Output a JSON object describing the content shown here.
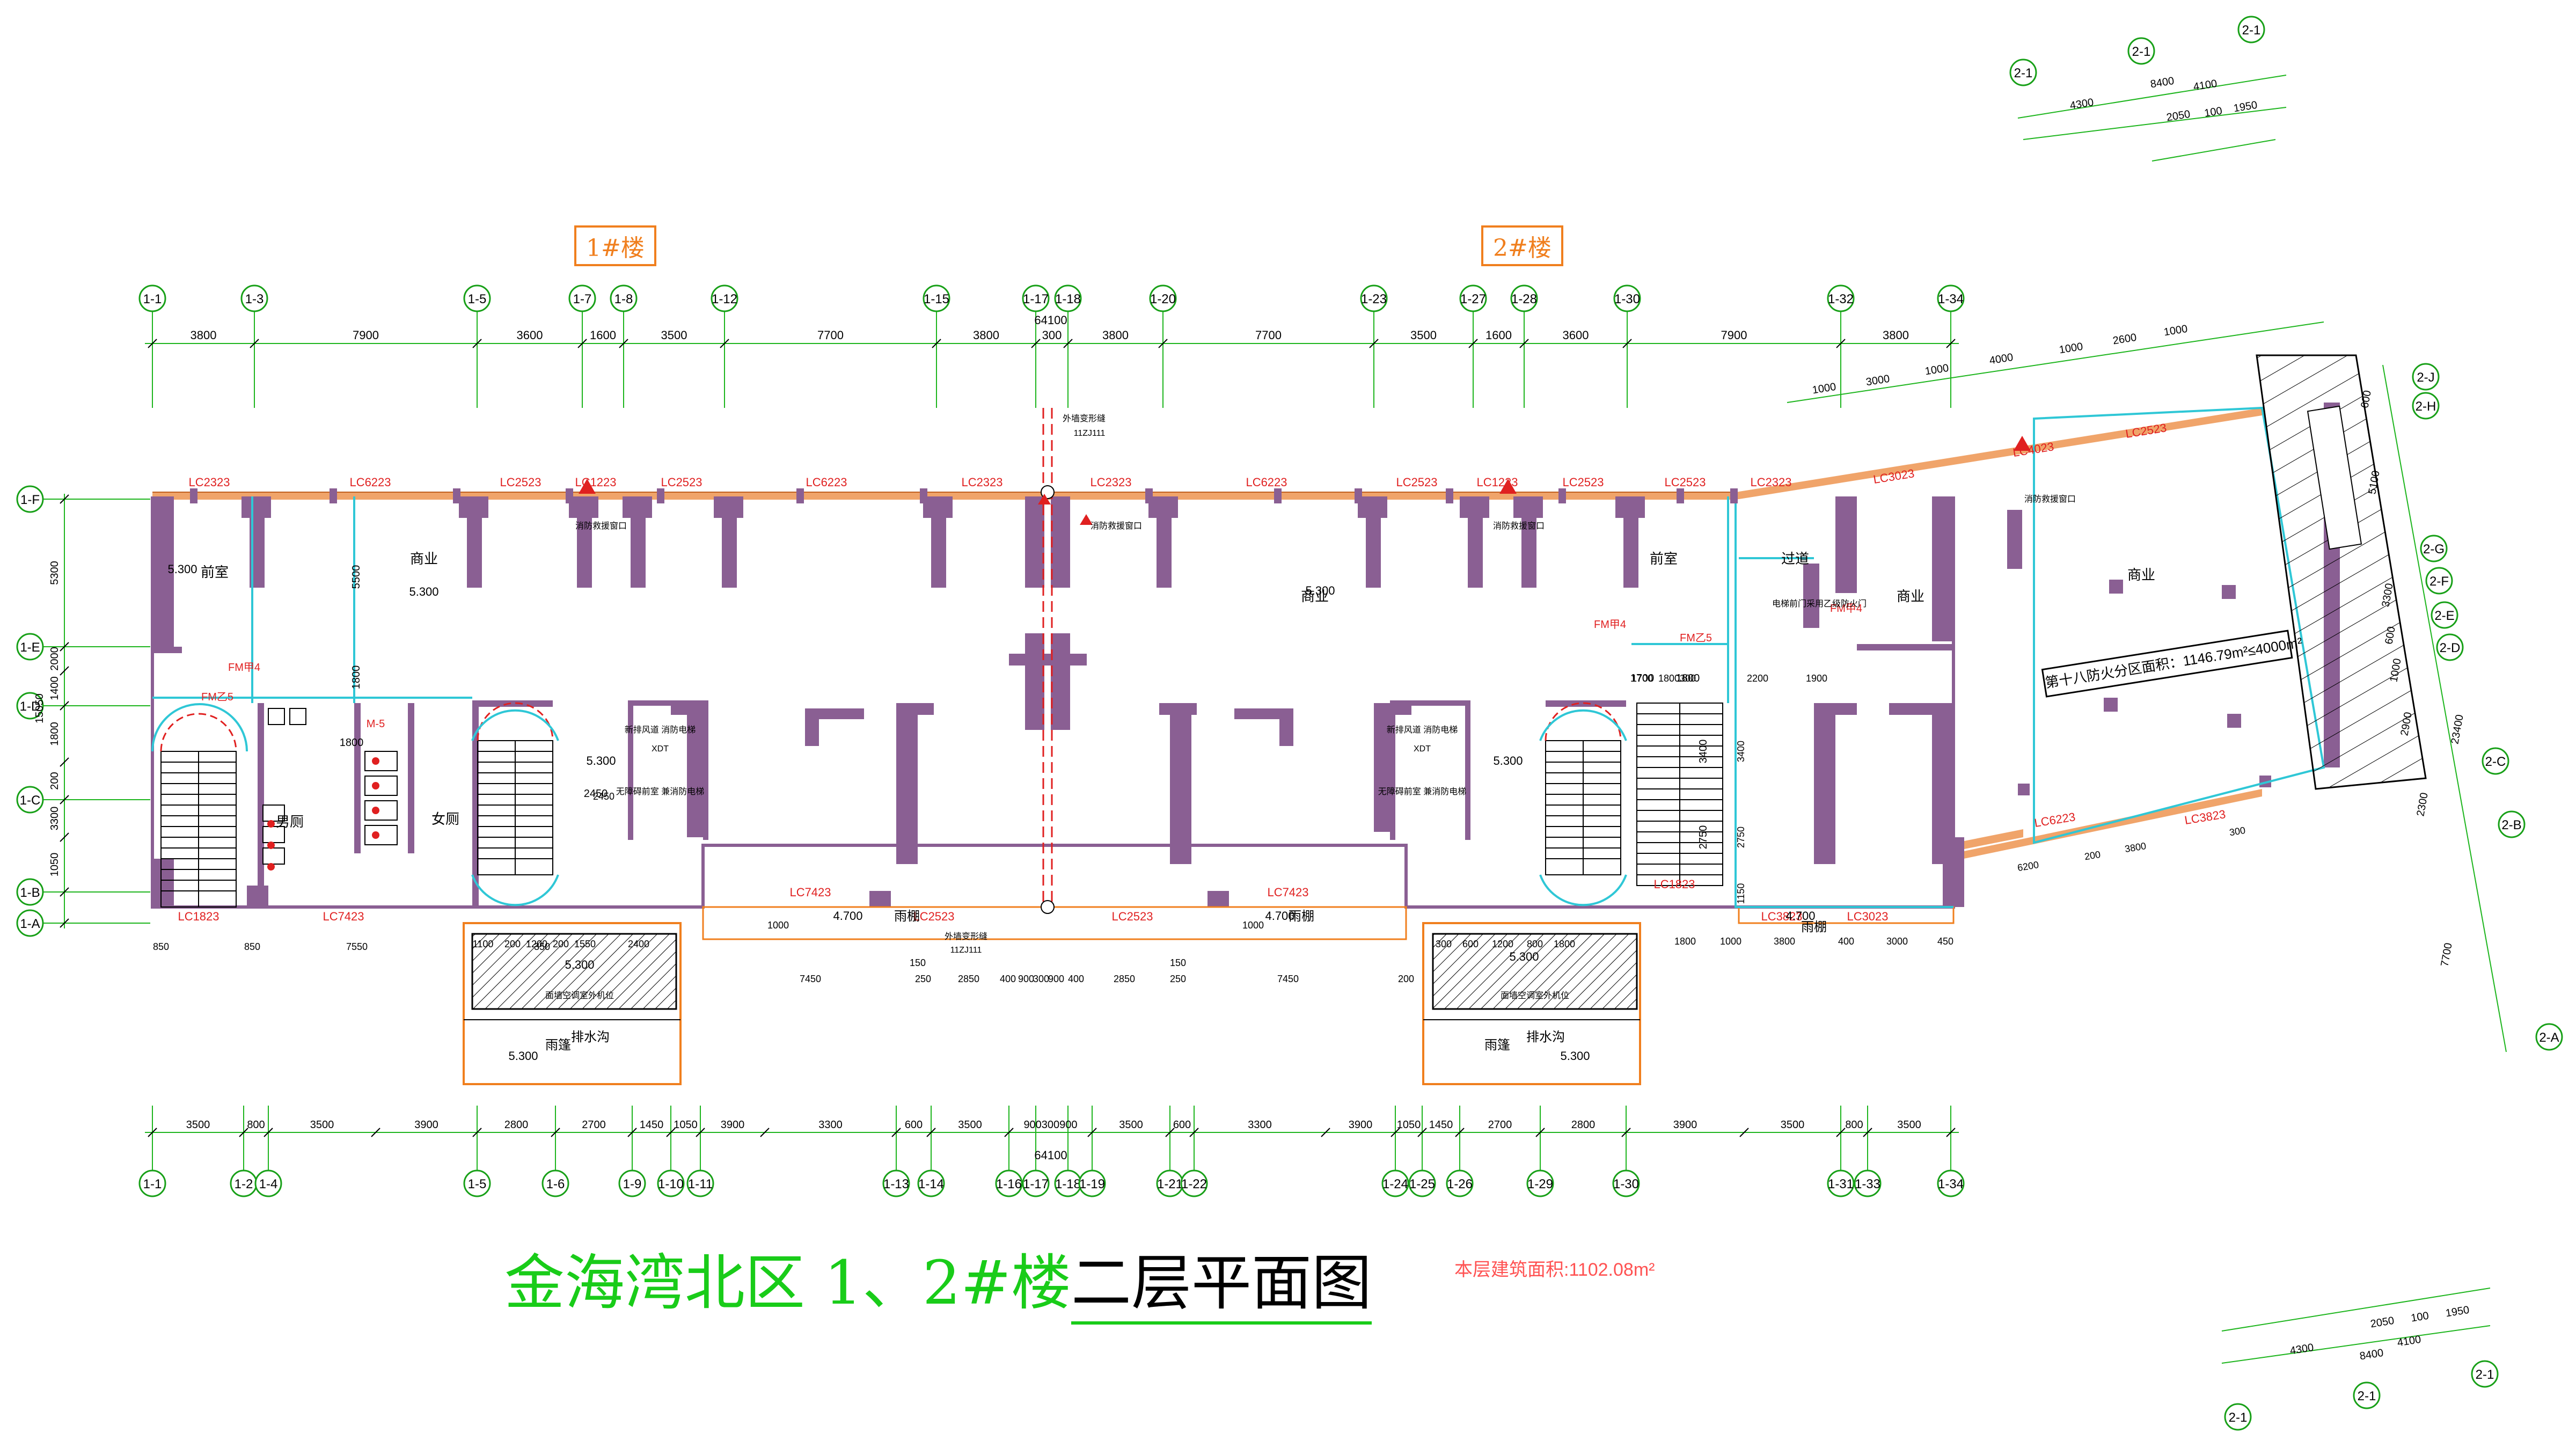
{
  "drawing": {
    "title_main": "金海湾北区  1、2#楼",
    "title_sub": "二层平面图",
    "floor_area": "本层建筑面积:1102.08m²",
    "building_1": "1#楼",
    "building_2": "2#楼",
    "fire_zone_note": "第十八防火分区面积：1146.79m²≤4000m²"
  },
  "colors": {
    "wall": "#8a5f93",
    "window": "#f0a46a",
    "dimension": "#1db51d",
    "axis": "#18a018",
    "label_red": "#e02020",
    "orange": "#f07f1e"
  },
  "axes_top": [
    "1-1",
    "1-3",
    "1-5",
    "1-7",
    "1-8",
    "1-12",
    "1-15",
    "1-17",
    "1-18",
    "1-20",
    "1-23",
    "1-27",
    "1-28",
    "1-30",
    "1-32",
    "1-34"
  ],
  "axes_bottom": [
    "1-1",
    "1-2",
    "1-4",
    "1-5",
    "1-6",
    "1-9",
    "1-10",
    "1-11",
    "1-13",
    "1-14",
    "1-16",
    "1-17",
    "1-18",
    "1-19",
    "1-21",
    "1-22",
    "1-24",
    "1-25",
    "1-26",
    "1-29",
    "1-30",
    "1-31",
    "1-33",
    "1-34"
  ],
  "axes_left": [
    "1-F",
    "1-E",
    "1-D",
    "1-C",
    "1-B",
    "1-A"
  ],
  "dims_top": [
    "3800",
    "7900",
    "3600",
    "1600",
    "3500",
    "7700",
    "3800",
    "300",
    "3800",
    "7700",
    "3500",
    "1600",
    "3600",
    "7900",
    "3800"
  ],
  "dims_top_total": "64100",
  "dims_bottom": [
    "3500",
    "800",
    "3500",
    "3900",
    "2800",
    "2700",
    "1450",
    "1050",
    "3900",
    "3300",
    "600",
    "3500",
    "900300900",
    "3500",
    "600",
    "3300",
    "3900",
    "1050",
    "1450",
    "2700",
    "2800",
    "3900",
    "3500",
    "800",
    "3500"
  ],
  "dims_bottom_total": "64100",
  "dims_left": [
    "5300",
    "2000",
    "1400",
    "1800",
    "200",
    "3300",
    "1050"
  ],
  "dims_left_total": "15050",
  "windows_top": [
    "LC2323",
    "LC6223",
    "LC2523",
    "LC1223",
    "LC2523",
    "LC6223",
    "LC2323",
    "LC2323",
    "LC6223",
    "LC2523",
    "LC1223",
    "LC2523",
    "LC2523",
    "LC2323"
  ],
  "windows_bottom": [
    "LC1823",
    "LC7423",
    "LC7423",
    "LC2523",
    "LC2523",
    "LC7423",
    "LC1823",
    "LC3823",
    "LC3023"
  ],
  "rooms": [
    "前室",
    "商业",
    "商业",
    "男厕",
    "女厕",
    "商业",
    "前室",
    "过道",
    "商业",
    "商业"
  ],
  "elevations": [
    "5.300",
    "5.300",
    "5.300",
    "5.300",
    "5.300",
    "5.300",
    "5.300",
    "4.700",
    "4.700",
    "5.300",
    "5.300",
    "4.700"
  ],
  "doors": [
    "FM乙5",
    "FM甲4",
    "M-5",
    "FM乙5",
    "FM甲4",
    "FM甲4"
  ],
  "labels": [
    "雨棚",
    "雨棚",
    "雨棚",
    "雨篷",
    "雨篷",
    "排水沟",
    "排水沟",
    "外墙变形缝",
    "外墙变形缝",
    "11ZJ111",
    "11ZJ111",
    "消防救援窗口",
    "消防救援窗口",
    "消防救援窗口",
    "消防救援窗口",
    "XDT",
    "XDT",
    "新排风道 消防电梯",
    "新排风道 消防电梯",
    "无障碍前室 兼消防电梯",
    "无障碍前室 兼消防电梯",
    "面墙空调室外机位",
    "面墙空调室外机位",
    "电梯前门采用乙级防火门"
  ],
  "annex_top_dims": [
    "4300",
    "8400",
    "4100",
    "2050",
    "100",
    "1950"
  ],
  "annex_top_axes": [
    "2-1",
    "2-1",
    "2-1"
  ],
  "annex_right_axes": [
    "2-J",
    "2-H",
    "2-G",
    "2-F",
    "2-E",
    "2-D",
    "2-C",
    "2-B",
    "2-A"
  ],
  "annex_right_dims": [
    "600",
    "5100",
    "3300",
    "600",
    "1000",
    "2900",
    "2300",
    "7700",
    "23400"
  ],
  "annex_upper_dims": [
    "1000",
    "3000",
    "1000",
    "4000",
    "1000",
    "2600",
    "1000"
  ],
  "annex_windows": [
    "LC4023",
    "LC2523",
    "LC3023",
    "LC6223",
    "LC3823"
  ],
  "annex_dims_mid": [
    "1700",
    "1800",
    "300",
    "2200",
    "1900",
    "3400",
    "2750",
    "1150",
    "1800",
    "1000",
    "3800",
    "400",
    "3000",
    "450",
    "6200",
    "200",
    "3800",
    "300"
  ],
  "annex_bottom_dims": [
    "4300",
    "8400",
    "4100",
    "2050",
    "100",
    "1950"
  ],
  "annex_bottom_axes": [
    "2-1",
    "2-1",
    "2-1"
  ],
  "canopy_dims": [
    "1100",
    "200",
    "1200",
    "200",
    "1550",
    "2400",
    "300",
    "600",
    "1200",
    "800",
    "1800",
    "850",
    "7550",
    "850",
    "350",
    "7450",
    "150",
    "250",
    "2850",
    "400",
    "900",
    "300",
    "900",
    "400",
    "2850",
    "250",
    "150",
    "7450",
    "200",
    "1000",
    "1000",
    "2450"
  ],
  "mid_dims": [
    "1800",
    "2450",
    "1700",
    "1800",
    "3400",
    "2750",
    "5500",
    "1800"
  ]
}
